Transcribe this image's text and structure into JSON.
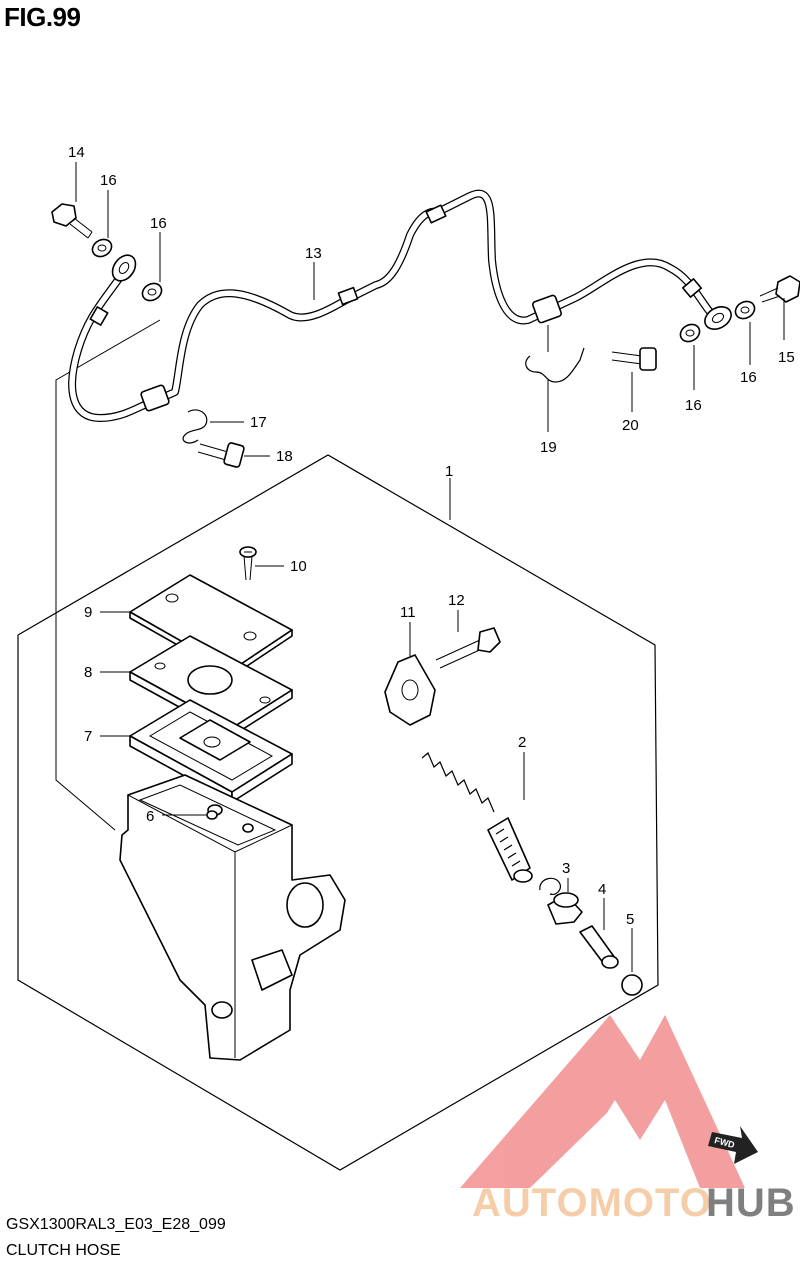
{
  "figure": {
    "title": "FIG.99",
    "model_code": "GSX1300RAL3_E03_E28_099",
    "section_name": "CLUTCH HOSE"
  },
  "callouts": [
    "1",
    "2",
    "3",
    "4",
    "5",
    "6",
    "7",
    "8",
    "9",
    "10",
    "11",
    "12",
    "13",
    "14",
    "15",
    "16",
    "17",
    "18",
    "19",
    "20"
  ],
  "callout_16_repeat": [
    "16",
    "16",
    "16"
  ],
  "fwd_badge": "FWD",
  "watermark": {
    "text_part1": "AUTOMOTO",
    "text_part2": "HUB",
    "colors": {
      "logo": "#f08080",
      "text_primary": "#f4c9a0",
      "text_secondary": "#555555"
    }
  },
  "colors": {
    "line_art": "#000000",
    "background": "#ffffff"
  }
}
